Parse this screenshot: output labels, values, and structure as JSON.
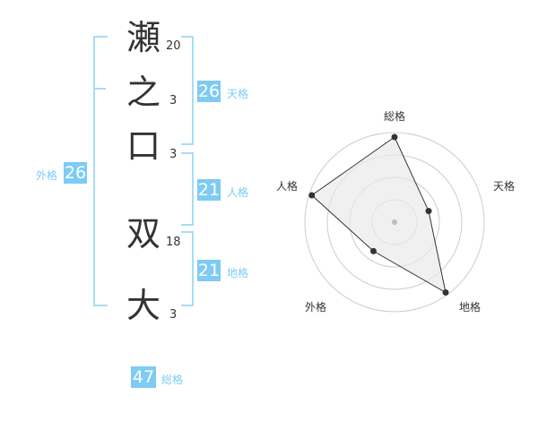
{
  "name_chars": [
    {
      "char": "瀬",
      "strokes": "20"
    },
    {
      "char": "之",
      "strokes": "3"
    },
    {
      "char": "口",
      "strokes": "3"
    },
    {
      "char": "双",
      "strokes": "18"
    },
    {
      "char": "大",
      "strokes": "3"
    }
  ],
  "fortunes": {
    "tenkaku": {
      "value": "26",
      "label": "天格"
    },
    "jinkaku": {
      "value": "21",
      "label": "人格"
    },
    "chikaku": {
      "value": "21",
      "label": "地格"
    },
    "gaikaku": {
      "value": "26",
      "label": "外格"
    },
    "soukaku": {
      "value": "47",
      "label": "総格"
    }
  },
  "radar": {
    "labels": {
      "top": "総格",
      "upper_right": "天格",
      "lower_right": "地格",
      "lower_left": "外格",
      "upper_left": "人格"
    },
    "levels_shown_as_radius_fraction": {
      "soukaku": 0.95,
      "tenkaku": 0.4,
      "chikaku": 0.97,
      "gaikaku": 0.4,
      "jinkaku": 0.97
    },
    "ring_count": 4,
    "colors": {
      "line": "#333333",
      "fill": "#e9e9e9",
      "ring": "#cccccc",
      "center": "#bbbbbb"
    }
  }
}
